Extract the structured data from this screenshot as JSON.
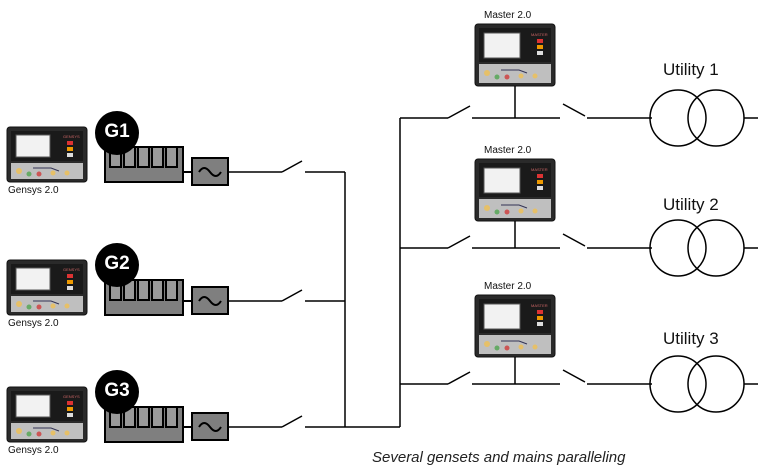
{
  "gensets": [
    {
      "id": "G1",
      "controller": "Gensys 2.0"
    },
    {
      "id": "G2",
      "controller": "Gensys 2.0"
    },
    {
      "id": "G3",
      "controller": "Gensys 2.0"
    }
  ],
  "mains": [
    {
      "controller": "Master 2.0",
      "utility": "Utility 1"
    },
    {
      "controller": "Master 2.0",
      "utility": "Utility 2"
    },
    {
      "controller": "Master 2.0",
      "utility": "Utility 3"
    }
  ],
  "generator_symbol": "~",
  "caption": "Several gensets and mains paralleling",
  "colors": {
    "line": "#000000",
    "device_body": "#1f1f1f",
    "device_screen": "#f2f2f2",
    "engine_fill": "#808080",
    "badge": "#000000",
    "badge_text": "#ffffff"
  }
}
